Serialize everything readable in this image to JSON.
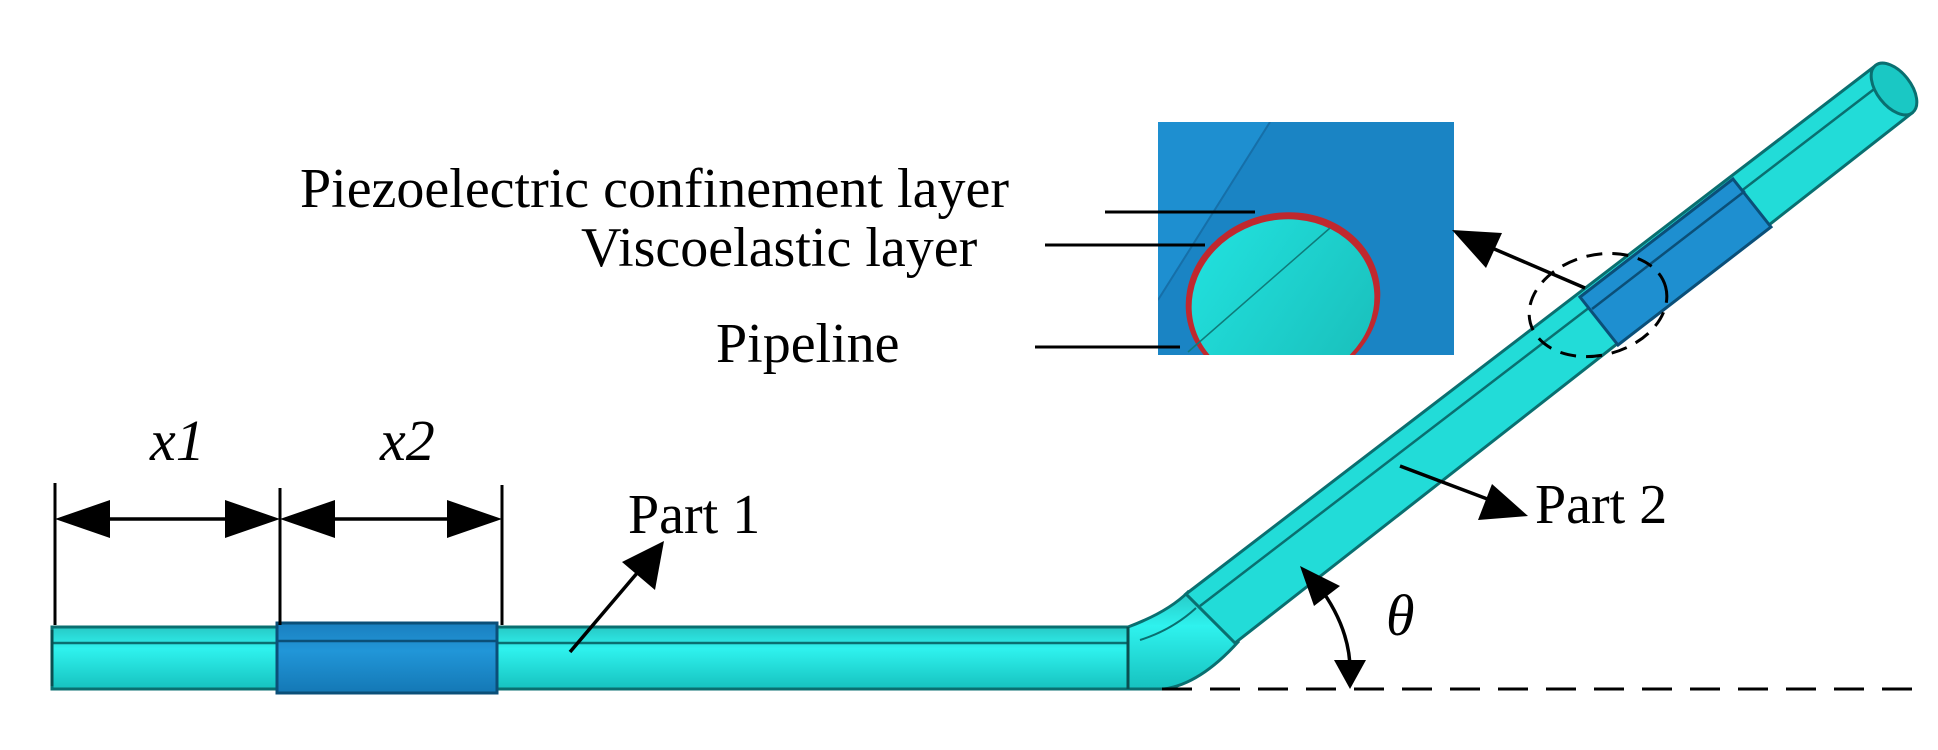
{
  "labels": {
    "piezo_layer": "Piezoelectric confinement layer",
    "visco_layer": "Viscoelastic layer",
    "pipeline": "Pipeline",
    "part1": "Part 1",
    "part2": "Part 2",
    "dim_x1": "x1",
    "dim_x2": "x2",
    "angle": "θ"
  },
  "colors": {
    "pipe": "#1de3de",
    "pipe_edge": "#0a6f70",
    "patch": "#1e8fd0",
    "patch_edge": "#0b4f78",
    "visco": "#c0282e",
    "ink": "#000000"
  }
}
